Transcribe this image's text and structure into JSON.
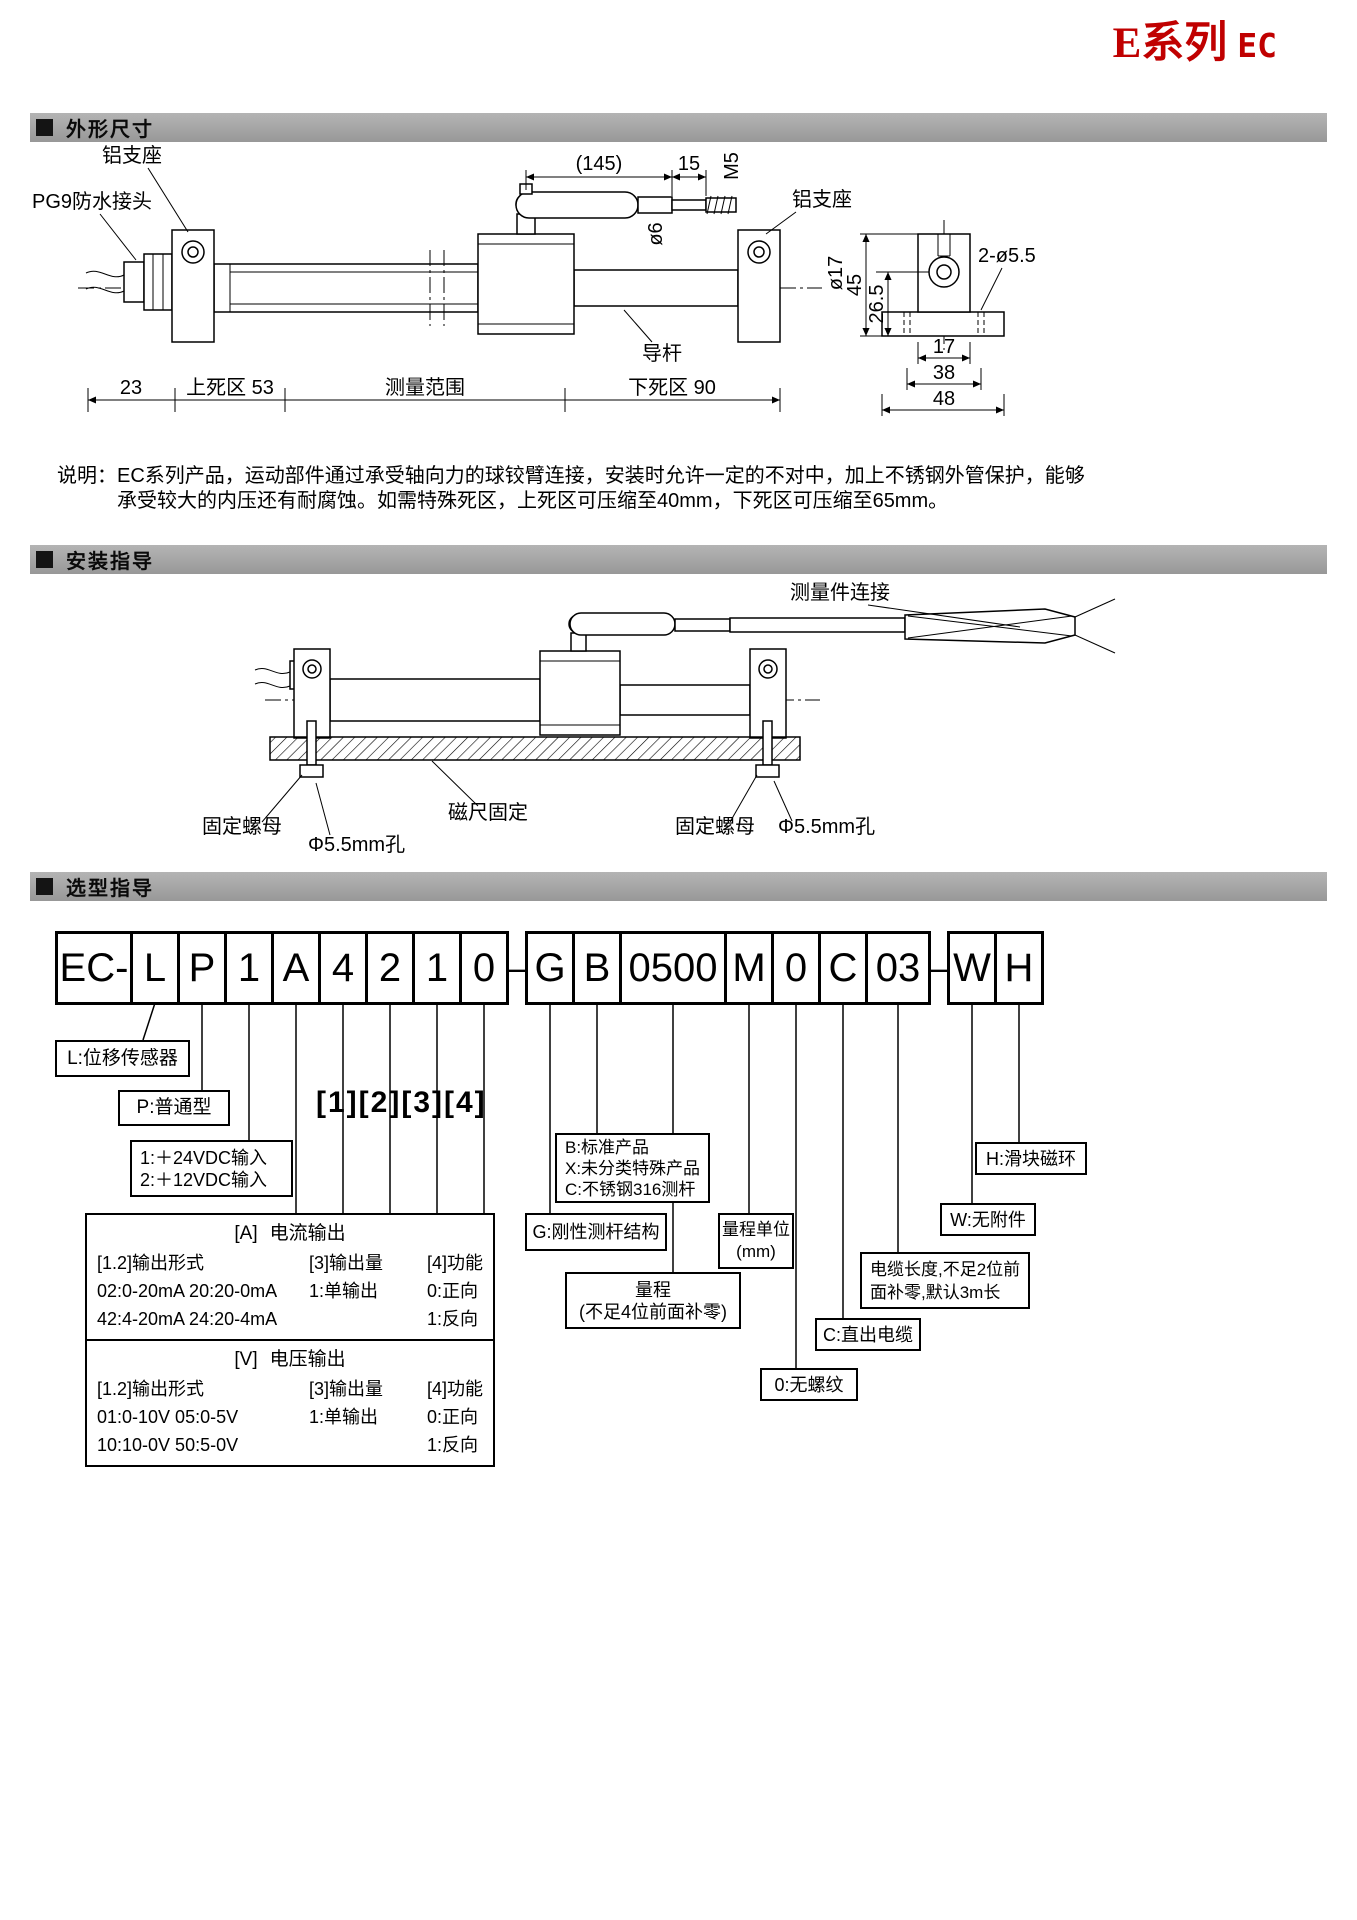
{
  "page": {
    "title_series": "E系列",
    "title_code": "EC"
  },
  "sections": {
    "dimensions": {
      "header": "外形尺寸",
      "labels": {
        "bracket_left": "铝支座",
        "pg9": "PG9防水接头",
        "bracket_right": "铝支座",
        "guide_rod": "导杆",
        "dim_145": "(145)",
        "dim_15": "15",
        "dim_m5": "M5",
        "dim_d6": "ø6",
        "dim_d17": "ø17",
        "dim_45": "45",
        "dim_26_5": "26.5",
        "dim_2_d5_5": "2-ø5.5",
        "dim_17": "17",
        "dim_38": "38",
        "dim_48": "48",
        "dim_23": "23",
        "upper_dead_zone": "上死区 53",
        "measuring_range": "测量范围",
        "lower_dead_zone": "下死区 90"
      },
      "note_label": "说明：",
      "note_line1": "EC系列产品，运动部件通过承受轴向力的球铰臂连接，安装时允许一定的不对中，加上不锈钢外管保护，能够",
      "note_line2": "承受较大的内压还有耐腐蚀。如需特殊死区，上死区可压缩至40mm，下死区可压缩至65mm。"
    },
    "installation": {
      "header": "安装指导",
      "labels": {
        "measure_connection": "测量件连接",
        "fixing_nut_left": "固定螺母",
        "hole_left": "Φ5.5mm孔",
        "scale_fixing": "磁尺固定",
        "fixing_nut_right": "固定螺母",
        "hole_right": "Φ5.5mm孔"
      }
    },
    "selection": {
      "header": "选型指导",
      "code": [
        "EC-",
        "L",
        "P",
        "1",
        "A",
        "4",
        "2",
        "1",
        "0",
        "–",
        "G",
        "B",
        "0500",
        "M",
        "0",
        "C",
        "03",
        "–",
        "W",
        "H"
      ],
      "callouts": {
        "l": "L:位移传感器",
        "p": "P:普通型",
        "input_line1": "1:＋24VDC输入",
        "input_line2": "2:＋12VDC输入",
        "brackets": "[1][2][3][4]",
        "b_line1": "B:标准产品",
        "b_line2": "X:未分类特殊产品",
        "b_line3": "C:不锈钢316测杆",
        "g": "G:刚性测杆结构",
        "range_line1": "量程",
        "range_line2": "(不足4位前面补零)",
        "unit_line1": "量程单位",
        "unit_line2": "(mm)",
        "thread": "0:无螺纹",
        "cable": "C:直出电缆",
        "cable_len_line1": "电缆长度,不足2位前",
        "cable_len_line2": "面补零,默认3m长",
        "w": "W:无附件",
        "h": "H:滑块磁环"
      },
      "current_table": {
        "tag": "[A]",
        "title": "电流输出",
        "h1": "[1.2]输出形式",
        "h2": "[3]输出量",
        "h3": "[4]功能",
        "r1c1": "02:0-20mA 20:20-0mA",
        "r1c2": "1:单输出",
        "r1c3": "0:正向",
        "r2c1": "42:4-20mA 24:20-4mA",
        "r2c3": "1:反向"
      },
      "voltage_table": {
        "tag": "[V]",
        "title": "电压输出",
        "h1": "[1.2]输出形式",
        "h2": "[3]输出量",
        "h3": "[4]功能",
        "r1c1": "01:0-10V 05:0-5V",
        "r1c2": "1:单输出",
        "r1c3": "0:正向",
        "r2c1": "10:10-0V 50:5-0V",
        "r2c3": "1:反向"
      }
    }
  }
}
